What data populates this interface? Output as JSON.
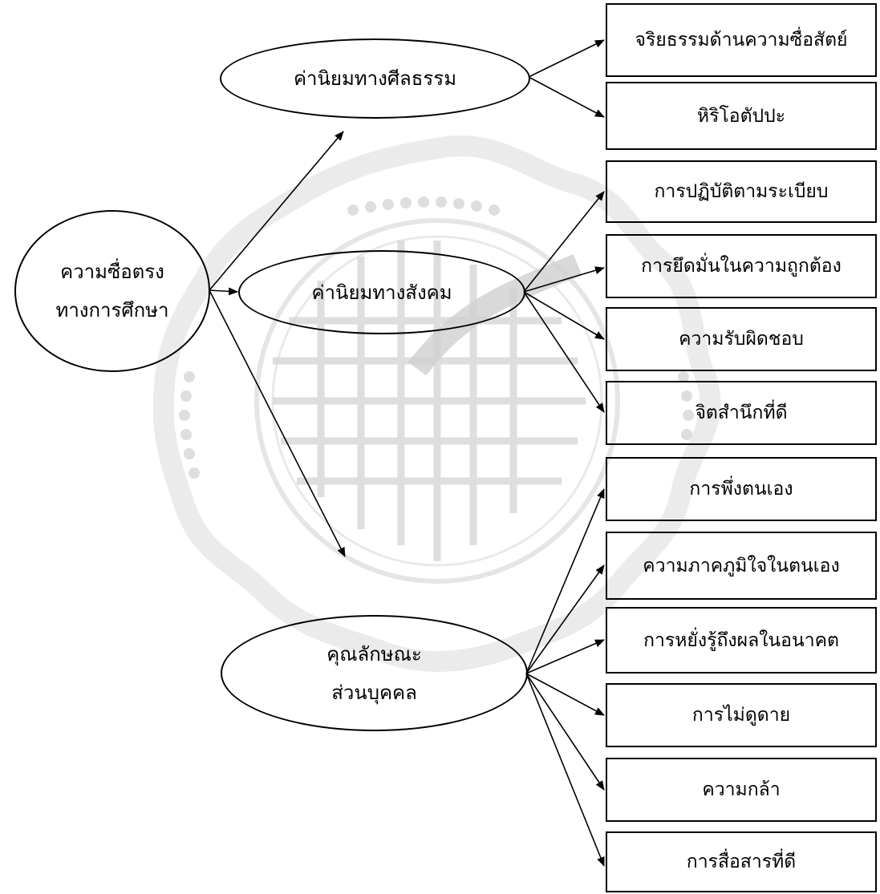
{
  "watermark": {
    "color": "#d9d9d9"
  },
  "root": {
    "line1": "ความซื่อตรง",
    "line2": "ทางการศึกษา"
  },
  "groups": [
    {
      "label_lines": [
        "ค่านิยมทางศีลธรรม"
      ]
    },
    {
      "label_lines": [
        "ค่านิยมทางสังคม"
      ]
    },
    {
      "label_lines": [
        "คุณลักษณะ",
        "ส่วนบุคคล"
      ]
    }
  ],
  "items": [
    "จริยธรรมด้านความซื่อสัตย์",
    "หิริโอตัปปะ",
    "การปฏิบัติตามระเบียบ",
    "การยึดมั่นในความถูกต้อง",
    "ความรับผิดชอบ",
    "จิตสำนึกที่ดี",
    "การพึ่งตนเอง",
    "ความภาคภูมิใจในตนเอง",
    "การหยั่งรู้ถึงผลในอนาคต",
    "การไม่ดูดาย",
    "ความกล้า",
    "การสื่อสารที่ดี"
  ]
}
